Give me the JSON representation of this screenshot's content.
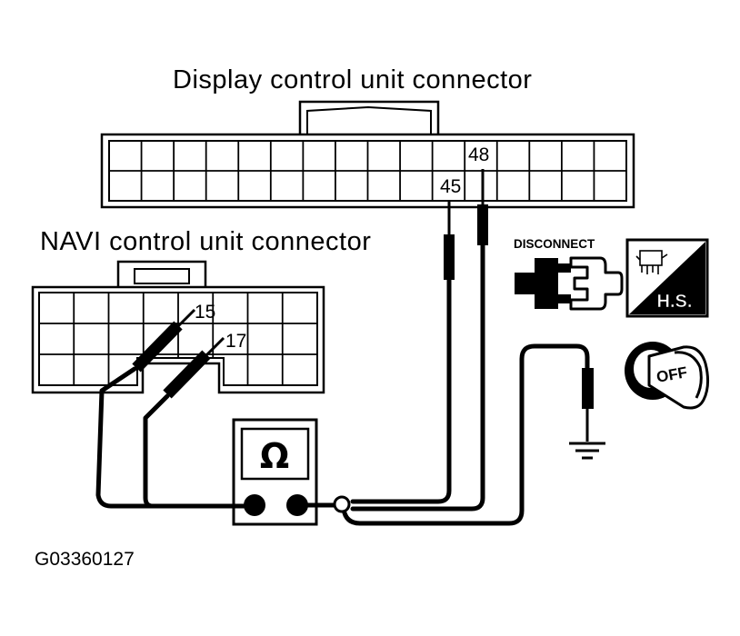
{
  "display_connector": {
    "title": "Display control unit connector",
    "pin_a": "45",
    "pin_b": "48"
  },
  "navi_connector": {
    "title": "NAVI control unit connector",
    "pin_a": "15",
    "pin_b": "17"
  },
  "icons": {
    "disconnect_label": "DISCONNECT",
    "hs_label": "H.S.",
    "ignition_label": "OFF",
    "ohmmeter_symbol": "Ω"
  },
  "figure_code": "G03360127"
}
